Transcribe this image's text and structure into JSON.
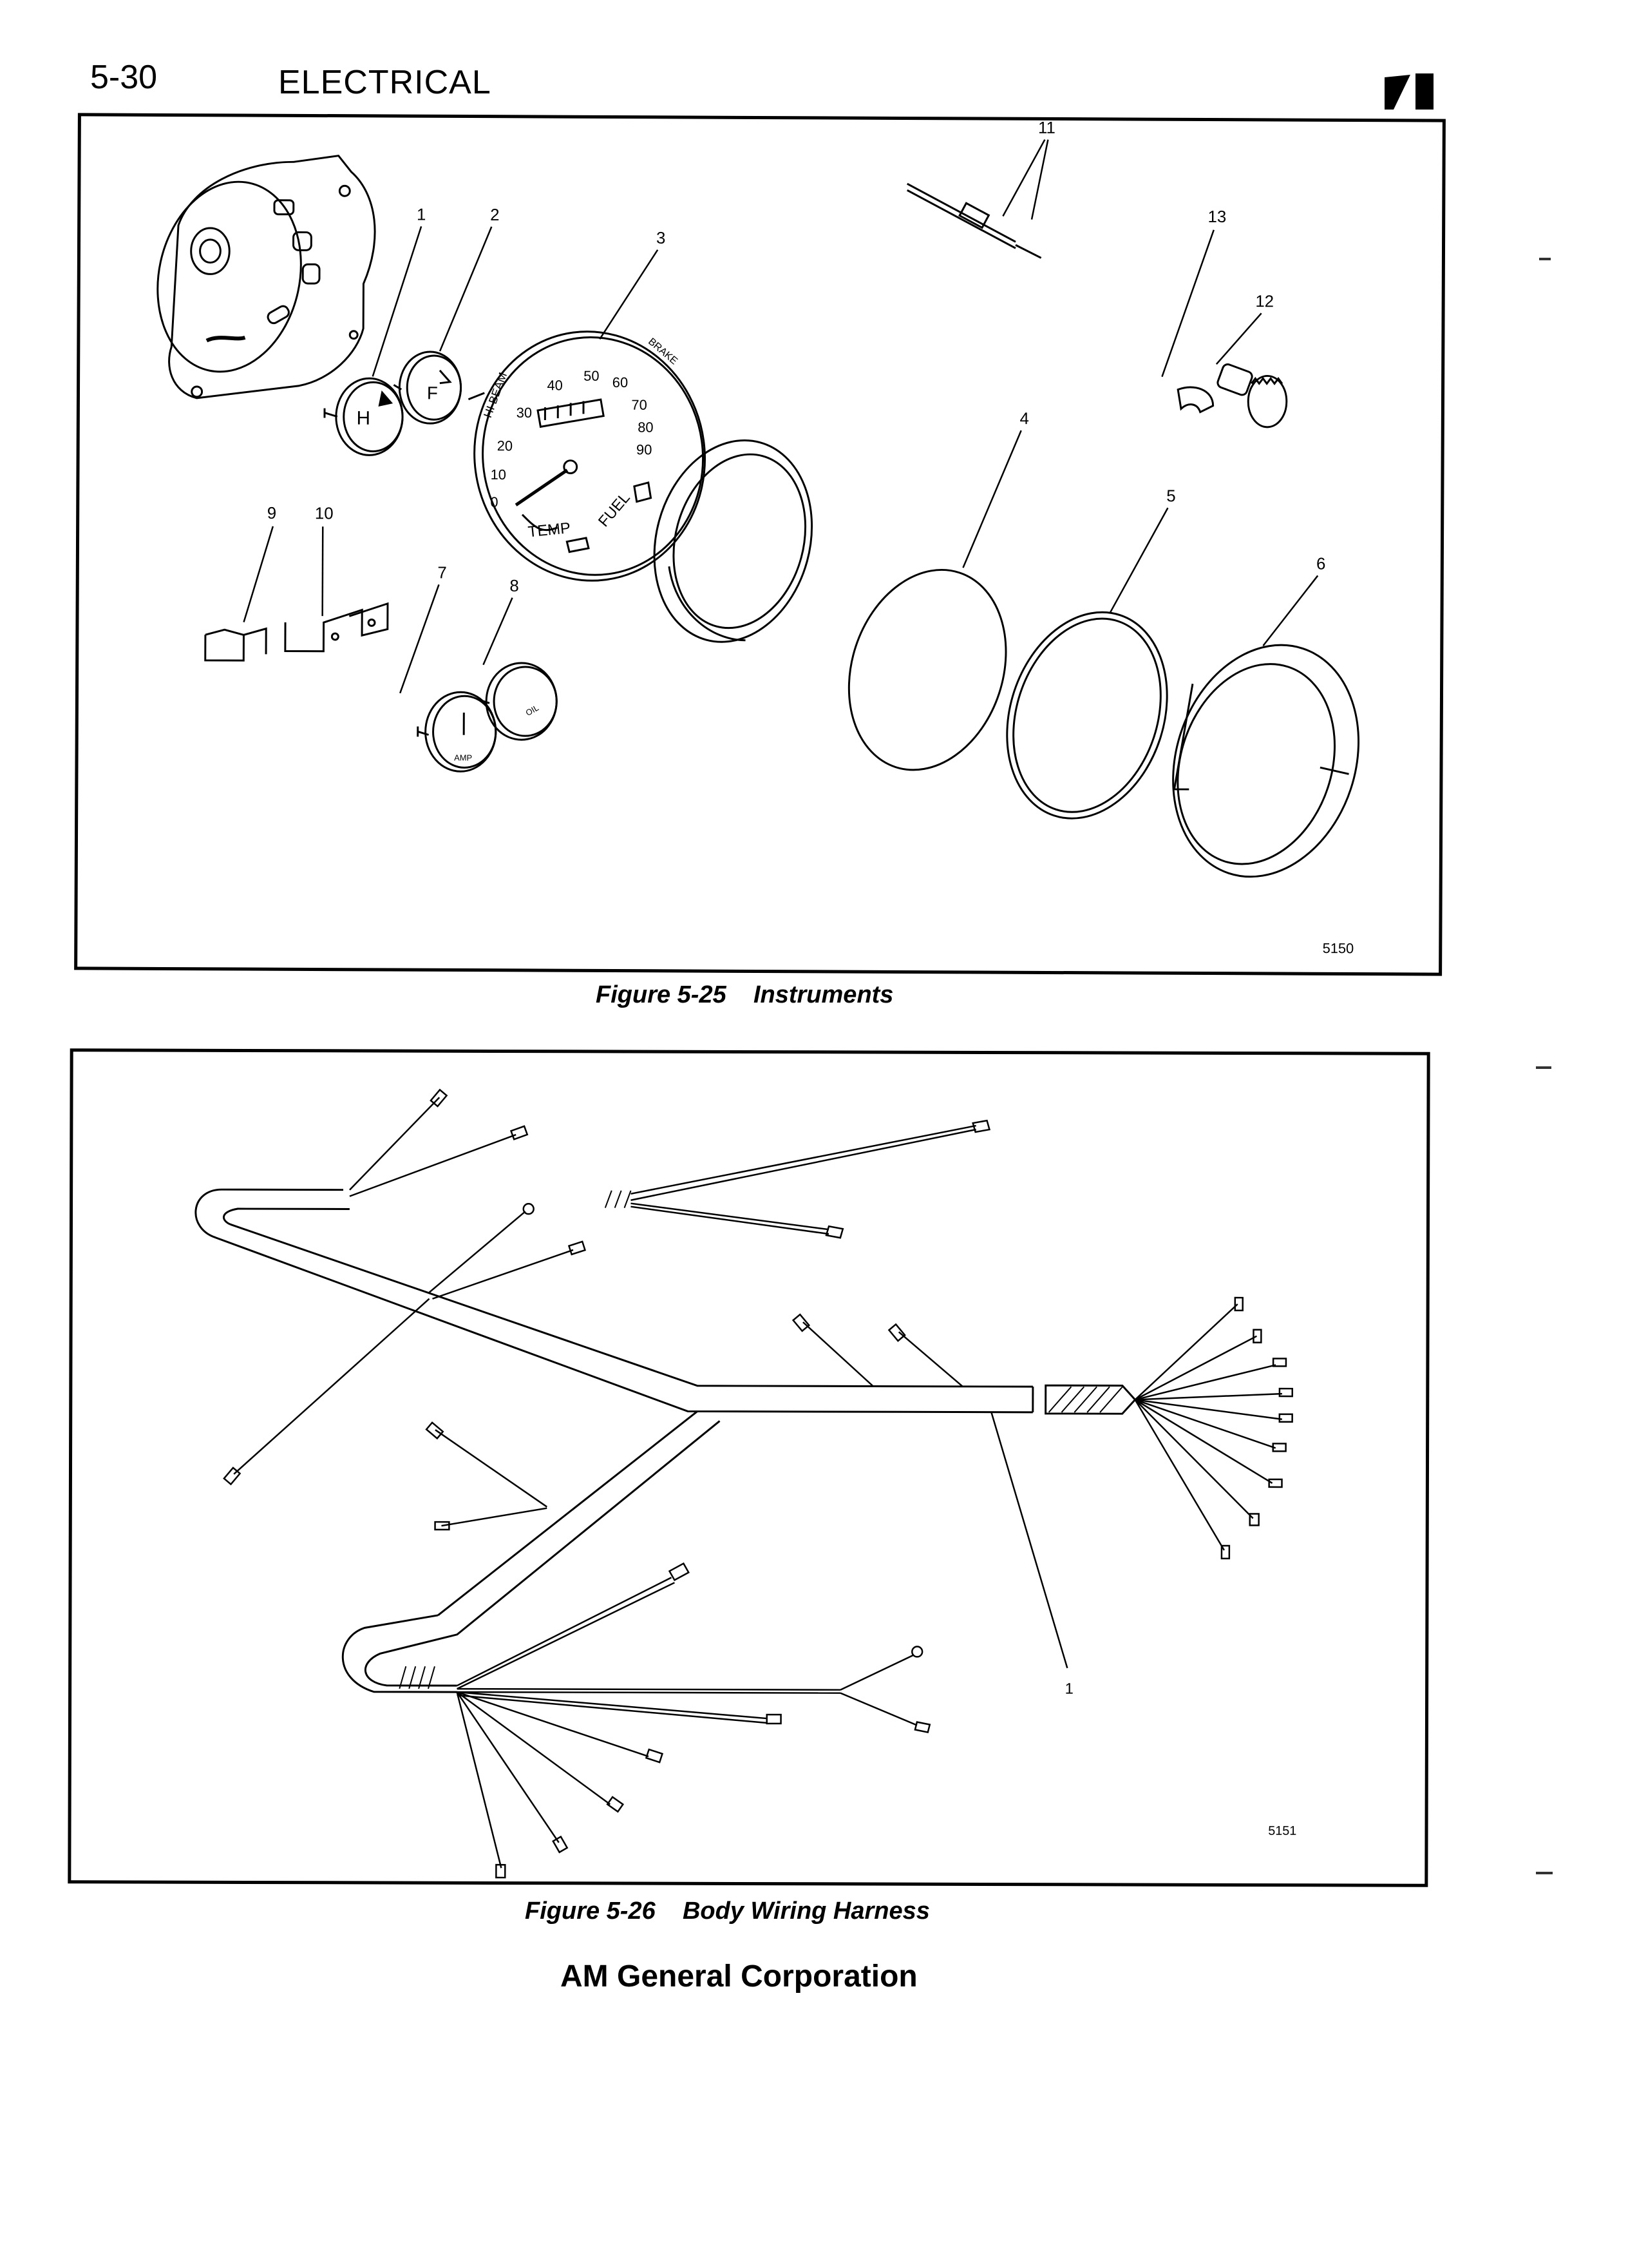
{
  "header": {
    "page_number": "5-30",
    "section": "ELECTRICAL"
  },
  "figure_instruments": {
    "callouts": [
      "1",
      "2",
      "3",
      "4",
      "5",
      "6",
      "7",
      "8",
      "9",
      "10",
      "11",
      "12",
      "13"
    ],
    "gauge_labels": {
      "hi_beam": "HI BEAM",
      "brake": "BRAKE",
      "temp": "TEMP",
      "fuel": "FUEL",
      "amp": "AMP",
      "oil": "OIL",
      "h": "H",
      "f": "F",
      "speeds": [
        "0",
        "10",
        "20",
        "30",
        "40",
        "50",
        "60",
        "70",
        "80",
        "90"
      ]
    },
    "art_number": "5150",
    "caption": "Figure 5-25    Instruments"
  },
  "figure_harness": {
    "callouts": [
      "1"
    ],
    "art_number": "5151",
    "caption": "Figure 5-26    Body Wiring Harness"
  },
  "footer": {
    "company": "AM General Corporation"
  },
  "icons": {
    "logo": "am-general-logo"
  }
}
